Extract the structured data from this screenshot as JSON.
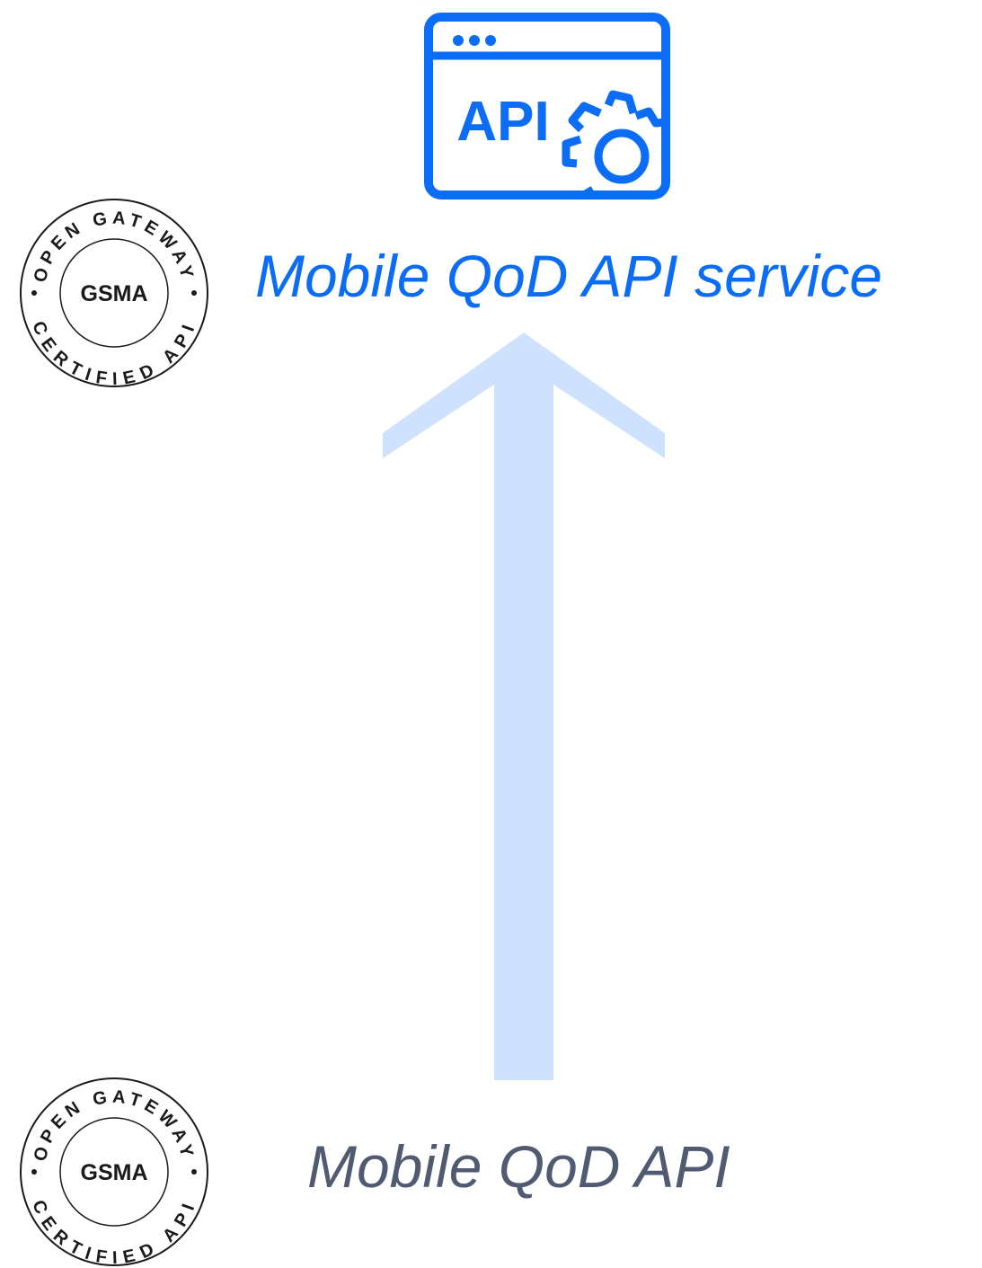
{
  "api_icon": {
    "label": "API",
    "color": "#0b6cf6",
    "icon": "api-gear-window-icon"
  },
  "badge": {
    "brand": "GSMA",
    "arc_top": "OPEN GATEWAY",
    "arc_bottom": "CERTIFIED API",
    "icon": "gsma-certified-seal"
  },
  "top_label": {
    "text": "Mobile QoD API service",
    "color": "#0b6cf6"
  },
  "bottom_label": {
    "text": "Mobile QoD API",
    "color": "#505a70"
  },
  "arrow": {
    "direction": "up",
    "color": "#cfe2fd"
  }
}
